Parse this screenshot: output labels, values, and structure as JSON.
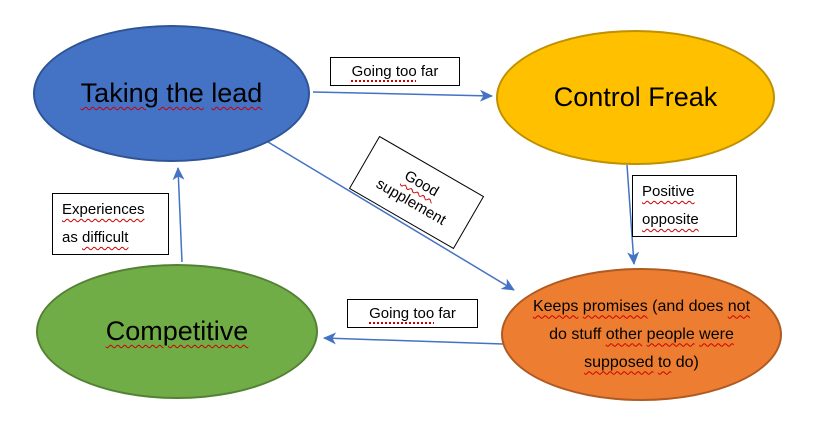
{
  "colors": {
    "arrow": "#4472C4",
    "spellcheck_red": "#CC0000",
    "label_box_bg": "#FFFFFF",
    "label_box_border": "#000000",
    "node_blue_fill": "#4472C4",
    "node_blue_border": "#2F5496",
    "node_gold_fill": "#FFC000",
    "node_gold_border": "#BF9000",
    "node_green_fill": "#70AD47",
    "node_green_border": "#548235",
    "node_orange_fill": "#ED7D31",
    "node_orange_border": "#AE5A21"
  },
  "nodes": {
    "taking_the_lead": {
      "label": "Taking the lead",
      "lines": [
        [
          {
            "t": "Taking the",
            "u": "wavy"
          },
          {
            "t": " ",
            "u": "none"
          },
          {
            "t": "lead",
            "u": "wavy"
          }
        ]
      ]
    },
    "control_freak": {
      "label": "Control Freak",
      "lines": [
        [
          {
            "t": "Control Freak",
            "u": "none"
          }
        ]
      ]
    },
    "competitive": {
      "label": "Competitive",
      "lines": [
        [
          {
            "t": "Competitive",
            "u": "wavy"
          }
        ]
      ]
    },
    "keeps_promises": {
      "label": "Keeps promises (and does not do stuff other people were supposed to do)",
      "lines": [
        [
          {
            "t": "Keeps",
            "u": "wavy"
          },
          {
            "t": " ",
            "u": "none"
          },
          {
            "t": "promises",
            "u": "wavy"
          },
          {
            "t": " (and does ",
            "u": "none"
          },
          {
            "t": "not",
            "u": "wavy"
          }
        ],
        [
          {
            "t": "do stuff ",
            "u": "none"
          },
          {
            "t": "other",
            "u": "wavy"
          },
          {
            "t": " ",
            "u": "none"
          },
          {
            "t": "people",
            "u": "wavy"
          },
          {
            "t": " ",
            "u": "none"
          },
          {
            "t": "were",
            "u": "wavy"
          }
        ],
        [
          {
            "t": "supposed",
            "u": "wavy"
          },
          {
            "t": " ",
            "u": "none"
          },
          {
            "t": "to",
            "u": "wavy"
          },
          {
            "t": " do)",
            "u": "none"
          }
        ]
      ]
    }
  },
  "edge_labels": {
    "going_too_far_top": {
      "label": "Going too far",
      "lines": [
        [
          {
            "t": "Going too",
            "u": "dotted"
          },
          {
            "t": " far",
            "u": "none"
          }
        ]
      ]
    },
    "good_supplement": {
      "label": "Good supplement",
      "lines": [
        [
          {
            "t": "Good",
            "u": "wavy"
          }
        ],
        [
          {
            "t": "supplement",
            "u": "none"
          }
        ]
      ]
    },
    "positive_opposite": {
      "label": "Positive opposite",
      "lines": [
        [
          {
            "t": "Positive",
            "u": "wavy"
          }
        ],
        [
          {
            "t": "opposite",
            "u": "wavy"
          }
        ]
      ]
    },
    "going_too_far_bottom": {
      "label": "Going too far",
      "lines": [
        [
          {
            "t": "Going too",
            "u": "dotted"
          },
          {
            "t": " far",
            "u": "none"
          }
        ]
      ]
    },
    "experiences_as_difficult": {
      "label": "Experiences as difficult",
      "lines": [
        [
          {
            "t": "Experiences",
            "u": "wavy"
          }
        ],
        [
          {
            "t": "as ",
            "u": "none"
          },
          {
            "t": "difficult",
            "u": "wavy"
          }
        ]
      ]
    }
  },
  "arrows": [
    {
      "from": "Taking the lead",
      "to": "Control Freak",
      "label": "Going too far"
    },
    {
      "from": "Taking the lead",
      "to": "Keeps promises (and does not do stuff other people were supposed to do)",
      "label": "Good supplement"
    },
    {
      "from": "Control Freak",
      "to": "Keeps promises (and does not do stuff other people were supposed to do)",
      "label": "Positive opposite"
    },
    {
      "from": "Keeps promises (and does not do stuff other people were supposed to do)",
      "to": "Competitive",
      "label": "Going too far"
    },
    {
      "from": "Competitive",
      "to": "Taking the lead",
      "label": "Experiences as difficult"
    }
  ]
}
